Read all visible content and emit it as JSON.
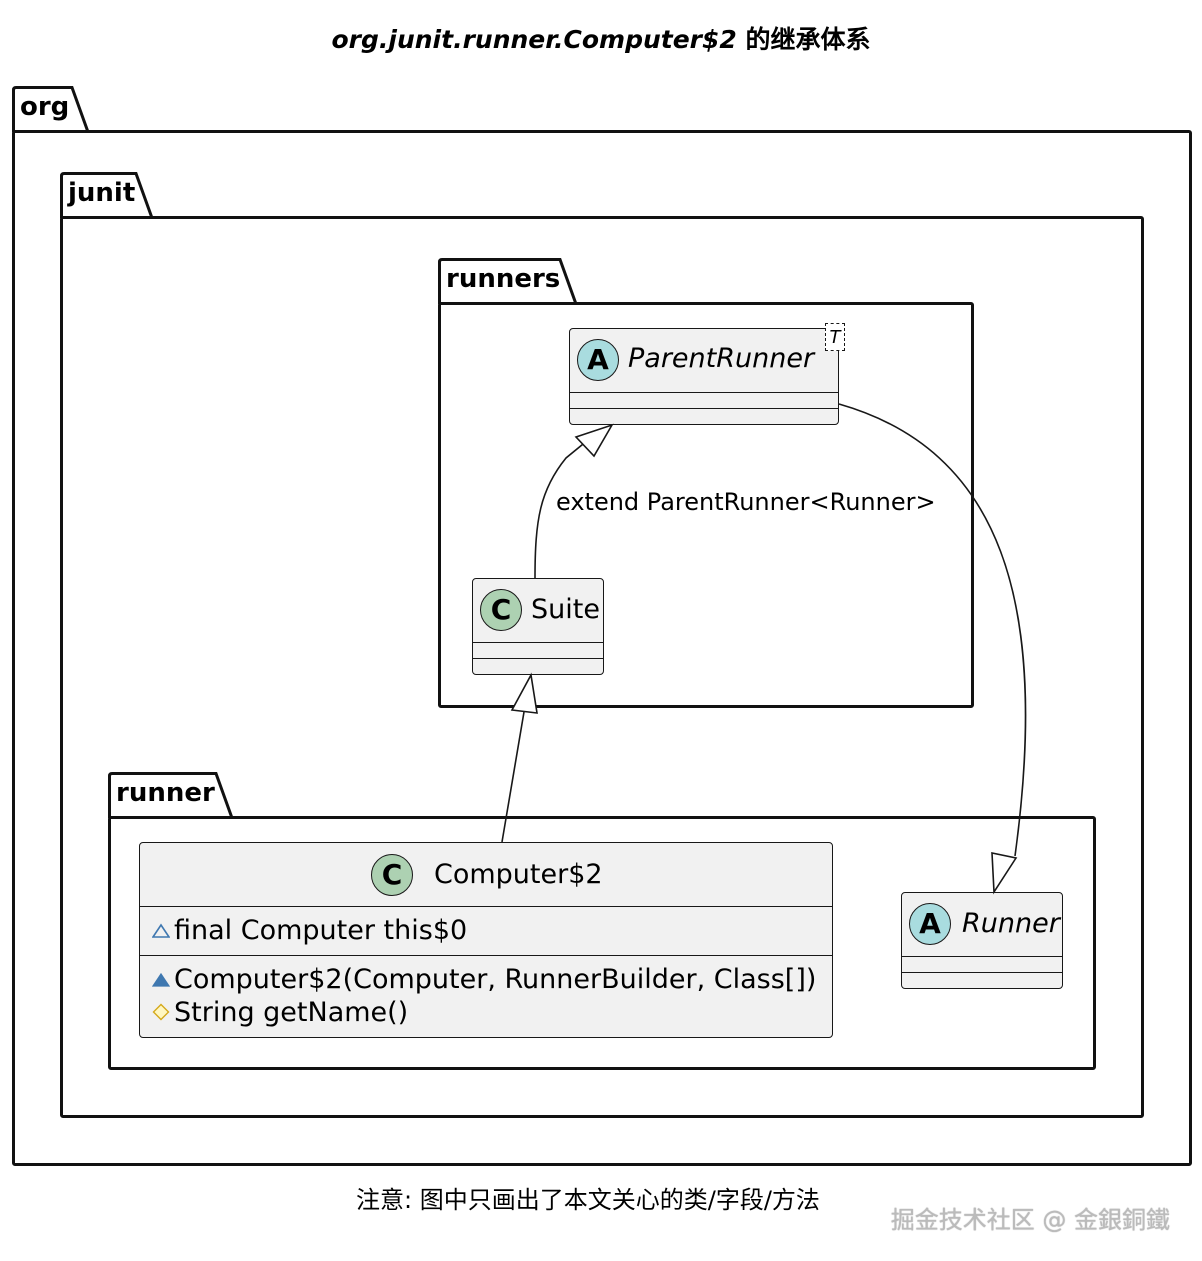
{
  "title": {
    "class_name": "org.junit.runner.Computer$2",
    "suffix": " 的继承体系"
  },
  "packages": {
    "org": "org",
    "junit": "junit",
    "runners": "runners",
    "runner": "runner"
  },
  "classes": {
    "parent_runner": {
      "badge": "A",
      "name": "ParentRunner",
      "type_param": "T",
      "kind": "abstract"
    },
    "suite": {
      "badge": "C",
      "name": "Suite",
      "kind": "class"
    },
    "computer2": {
      "badge": "C",
      "name": "Computer$2",
      "kind": "class",
      "fields": [
        {
          "vis": "△",
          "text": "final Computer this$0"
        }
      ],
      "methods": [
        {
          "vis": "▲",
          "text": "Computer$2(Computer, RunnerBuilder, Class[])"
        },
        {
          "vis": "◇",
          "text": "String getName()"
        }
      ]
    },
    "runner": {
      "badge": "A",
      "name": "Runner",
      "kind": "abstract"
    }
  },
  "relations": {
    "suite_to_parent_runner_label": "extend ParentRunner<Runner>"
  },
  "note": "注意: 图中只画出了本文关心的类/字段/方法",
  "watermark": "掘金技术社区 @ 金銀銅鐵",
  "colors": {
    "abstract_badge": "#a9dcdf",
    "class_badge": "#add1b2",
    "class_fill": "#f1f1f1",
    "package_vis_filled": "#3f78b0",
    "protected_vis": "#e8c53a"
  }
}
